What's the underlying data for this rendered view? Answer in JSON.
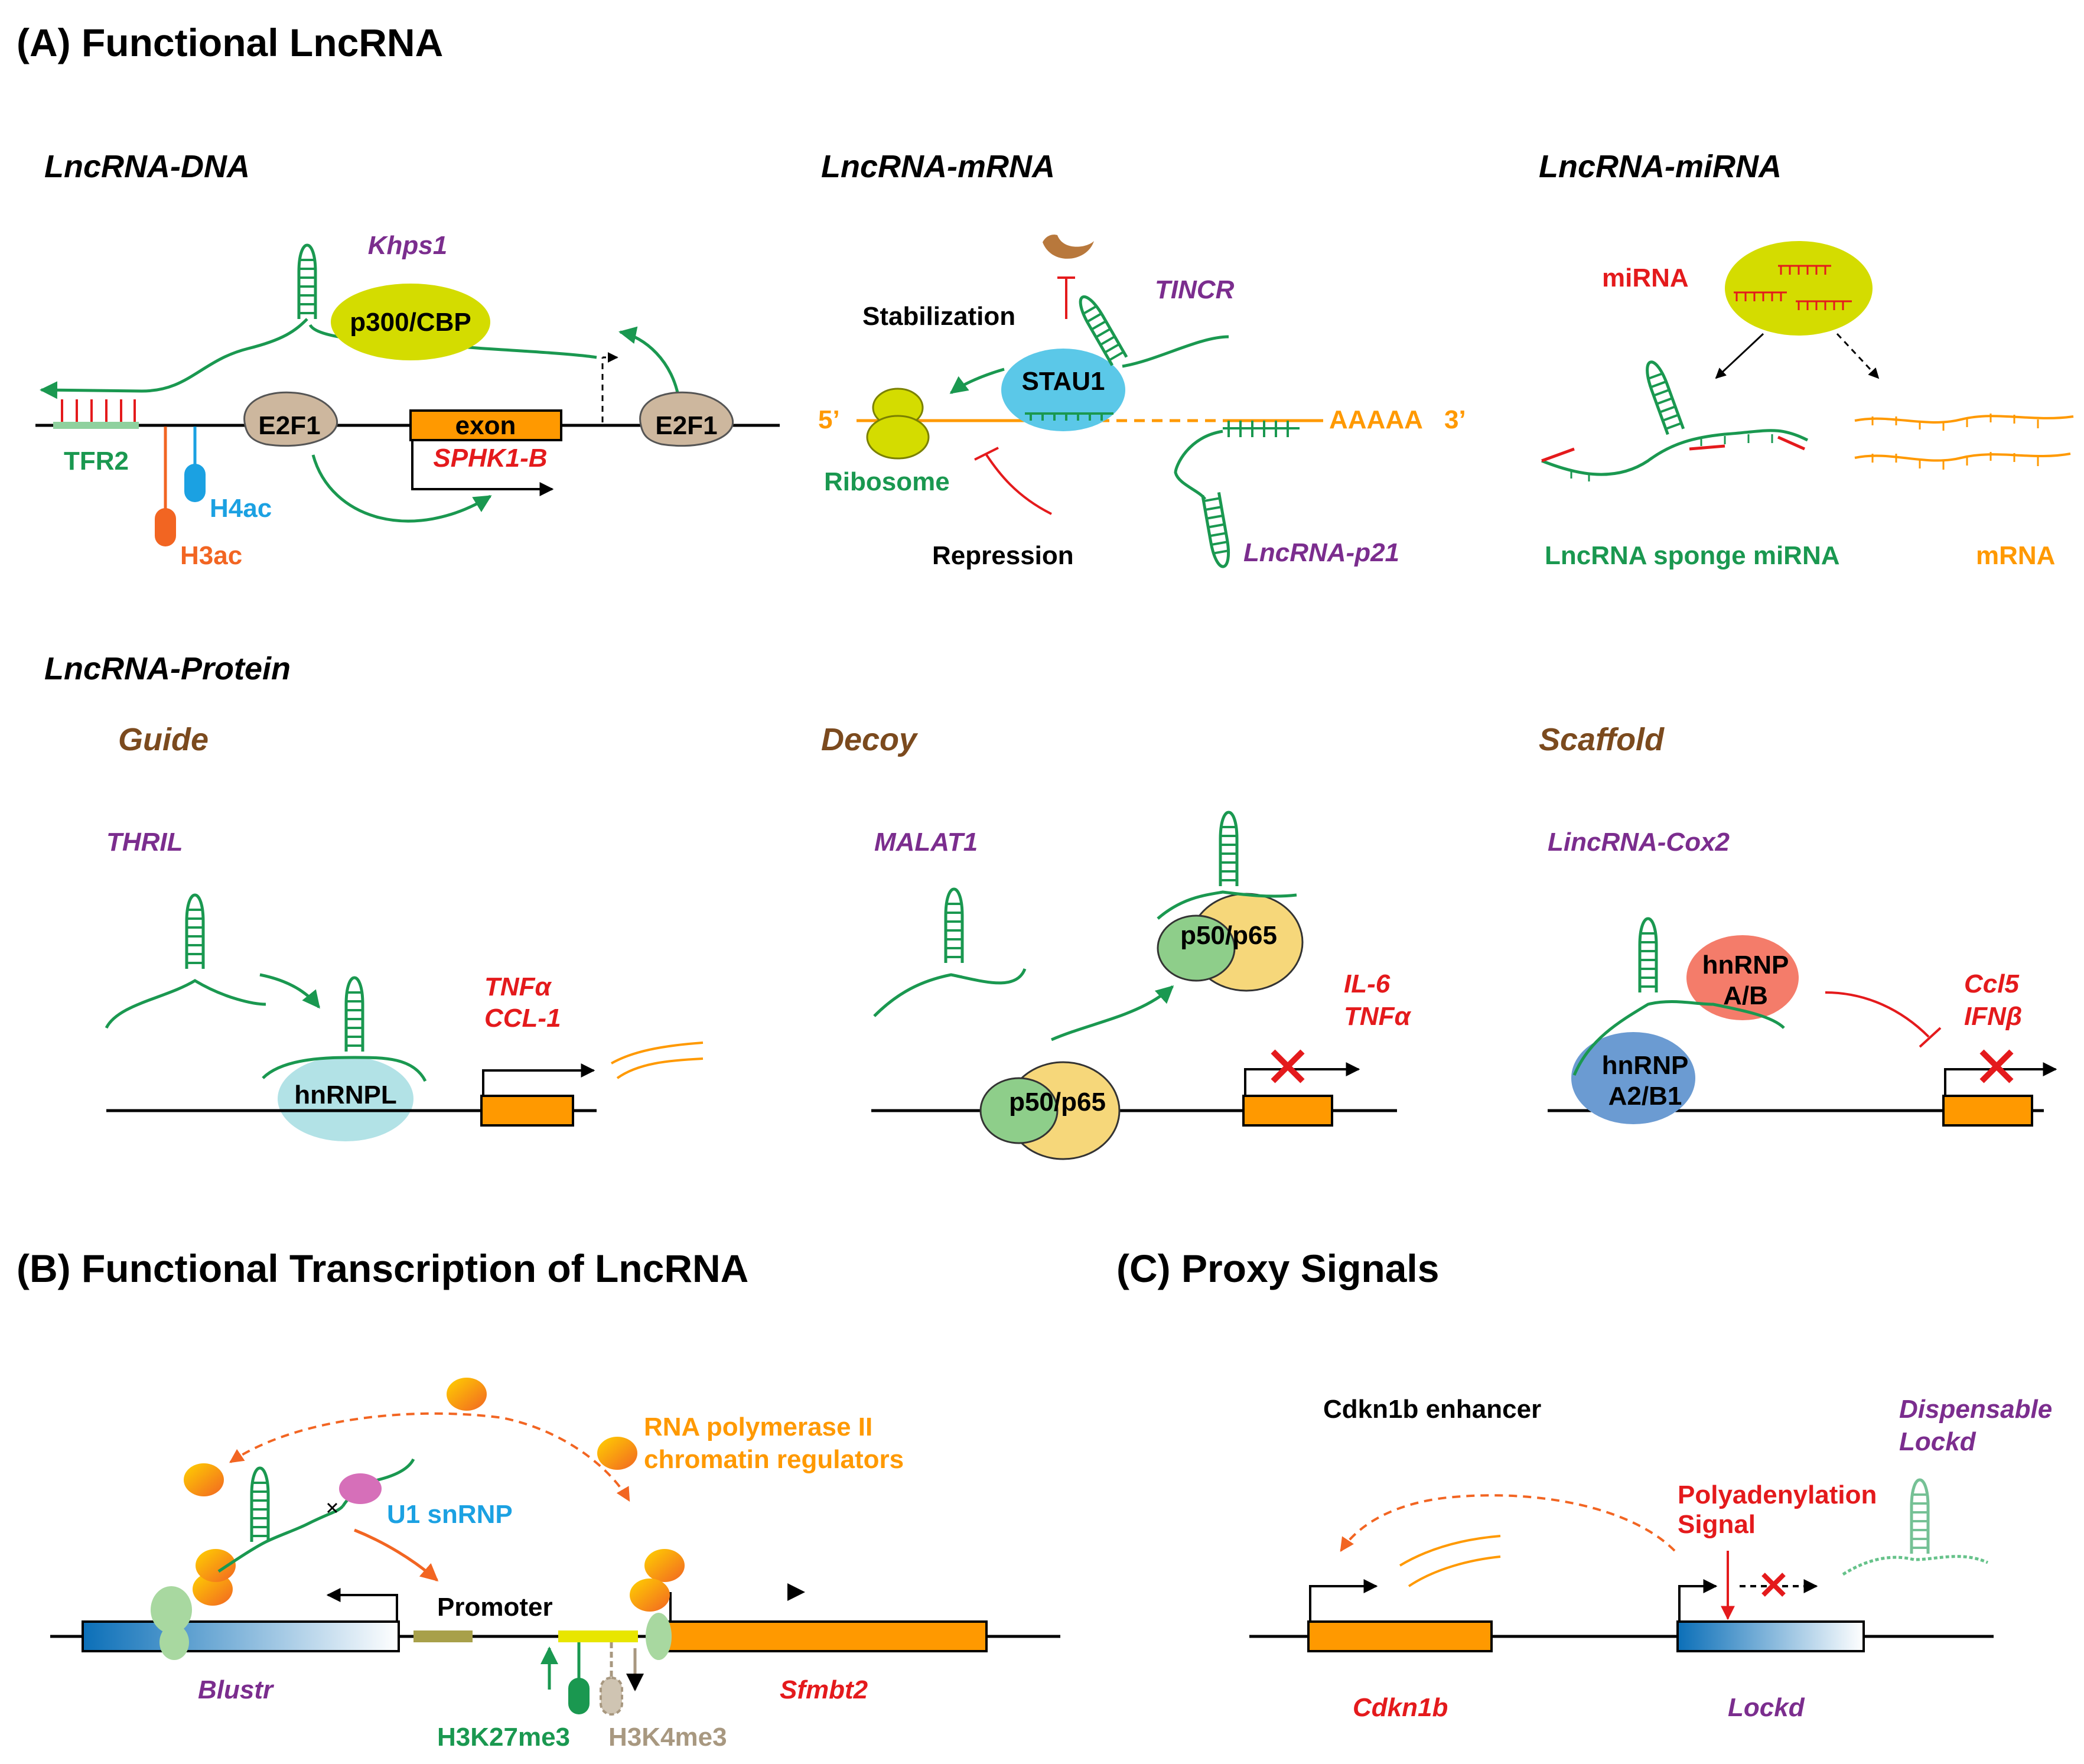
{
  "sections": {
    "a": "(A) Functional LncRNA",
    "b": "(B) Functional Transcription of LncRNA",
    "c": "(C) Proxy Signals"
  },
  "panels": {
    "dna": {
      "title": "LncRNA-DNA",
      "khps1": "Khps1",
      "p300": "p300/CBP",
      "e2f1_left": "E2F1",
      "e2f1_right": "E2F1",
      "exon": "exon",
      "sphk1b": "SPHK1-B",
      "tfr2": "TFR2",
      "h4ac": "H4ac",
      "h3ac": "H3ac"
    },
    "mrna": {
      "title": "LncRNA-mRNA",
      "stabilization": "Stabilization",
      "tincr": "TINCR",
      "stau1": "STAU1",
      "five_prime": "5’",
      "polya": "AAAAA",
      "three_prime": "3’",
      "ribosome": "Ribosome",
      "repression": "Repression",
      "p21": "LncRNA-p21"
    },
    "mirna": {
      "title": "LncRNA-miRNA",
      "mirna": "miRNA",
      "sponge": "LncRNA sponge miRNA",
      "mrna": "mRNA"
    },
    "protein": {
      "title": "LncRNA-Protein",
      "guide": {
        "title": "Guide",
        "lnc": "THRIL",
        "protein": "hnRNPL",
        "gene1": "TNFα",
        "gene2": "CCL-1"
      },
      "decoy": {
        "title": "Decoy",
        "lnc": "MALAT1",
        "protein_top": "p50/p65",
        "protein_bottom": "p50/p65",
        "gene1": "IL-6",
        "gene2": "TNFα"
      },
      "scaffold": {
        "title": "Scaffold",
        "lnc": "LincRNA-Cox2",
        "protein_ab_1": "hnRNP",
        "protein_ab_2": "A/B",
        "protein_a2_1": "hnRNP",
        "protein_a2_2": "A2/B1",
        "gene1": "Ccl5",
        "gene2": "IFNβ"
      }
    },
    "transcription": {
      "polII_1": "RNA polymerase II",
      "polII_2": "chromatin regulators",
      "u1": "U1 snRNP",
      "promoter": "Promoter",
      "blustr": "Blustr",
      "sfmbt2": "Sfmbt2",
      "h3k27": "H3K27me3",
      "h3k4": "H3K4me3"
    },
    "proxy": {
      "enhancer": "Cdkn1b enhancer",
      "dispensable_1": "Dispensable",
      "dispensable_2": "Lockd",
      "polyA_1": "Polyadenylation",
      "polyA_2": "Signal",
      "cdkn1b": "Cdkn1b",
      "lockd": "Lockd"
    }
  },
  "colors": {
    "rna_green": "#1a9850",
    "orange_gene": "#ff9900",
    "purple_label": "#7b2d8e",
    "red_label": "#e41a1c",
    "yellow_green_protein": "#d4dc00",
    "e2f1": "#cdb79e",
    "stau1": "#5bc8e8",
    "hnrnpl": "#b2e2e6",
    "p50": "#8ece8a",
    "p65": "#f6d77a",
    "hnrnp_ab": "#f47c6a",
    "hnrnp_a2": "#6b9bd2",
    "h4ac": "#1ba1e2",
    "h3ac": "#f26522",
    "h3k4": "#a89880",
    "ribosome": "#d4dc00",
    "u1": "#d66fb9",
    "degrader": "#b8783c"
  }
}
